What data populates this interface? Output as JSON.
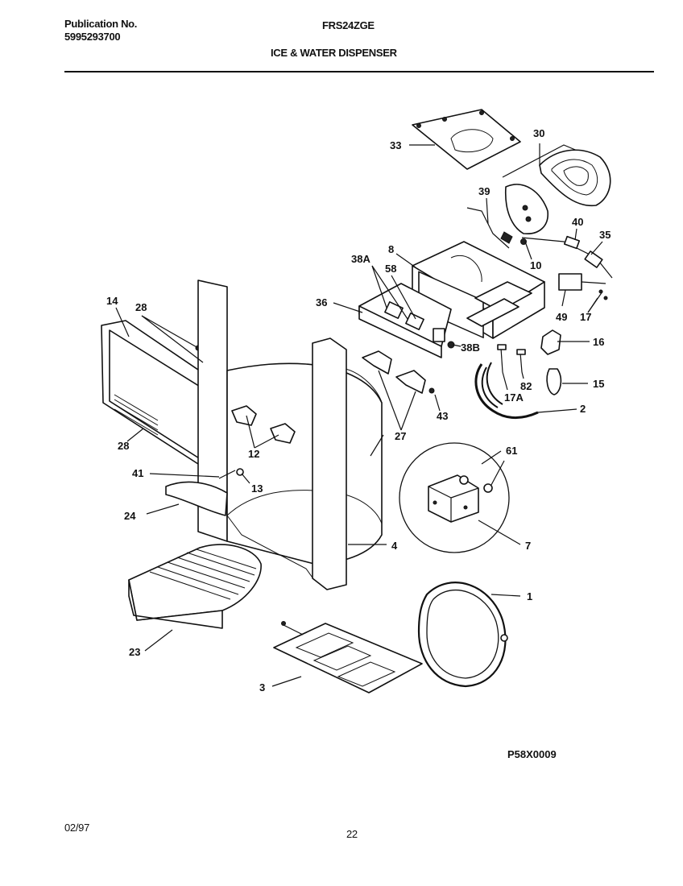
{
  "header": {
    "publication_label": "Publication No.",
    "publication_number": "5995293700",
    "model": "FRS24ZGE",
    "section_title": "ICE & WATER DISPENSER"
  },
  "diagram": {
    "callouts": [
      "33",
      "30",
      "39",
      "40",
      "35",
      "8",
      "38A",
      "58",
      "10",
      "36",
      "49",
      "17",
      "16",
      "38B",
      "82",
      "17A",
      "15",
      "2",
      "14",
      "28",
      "28",
      "43",
      "27",
      "12",
      "61",
      "41",
      "13",
      "24",
      "7",
      "4",
      "1",
      "23",
      "3"
    ],
    "drawing_code": "P58X0009"
  },
  "footer": {
    "date": "02/97",
    "page": "22"
  }
}
